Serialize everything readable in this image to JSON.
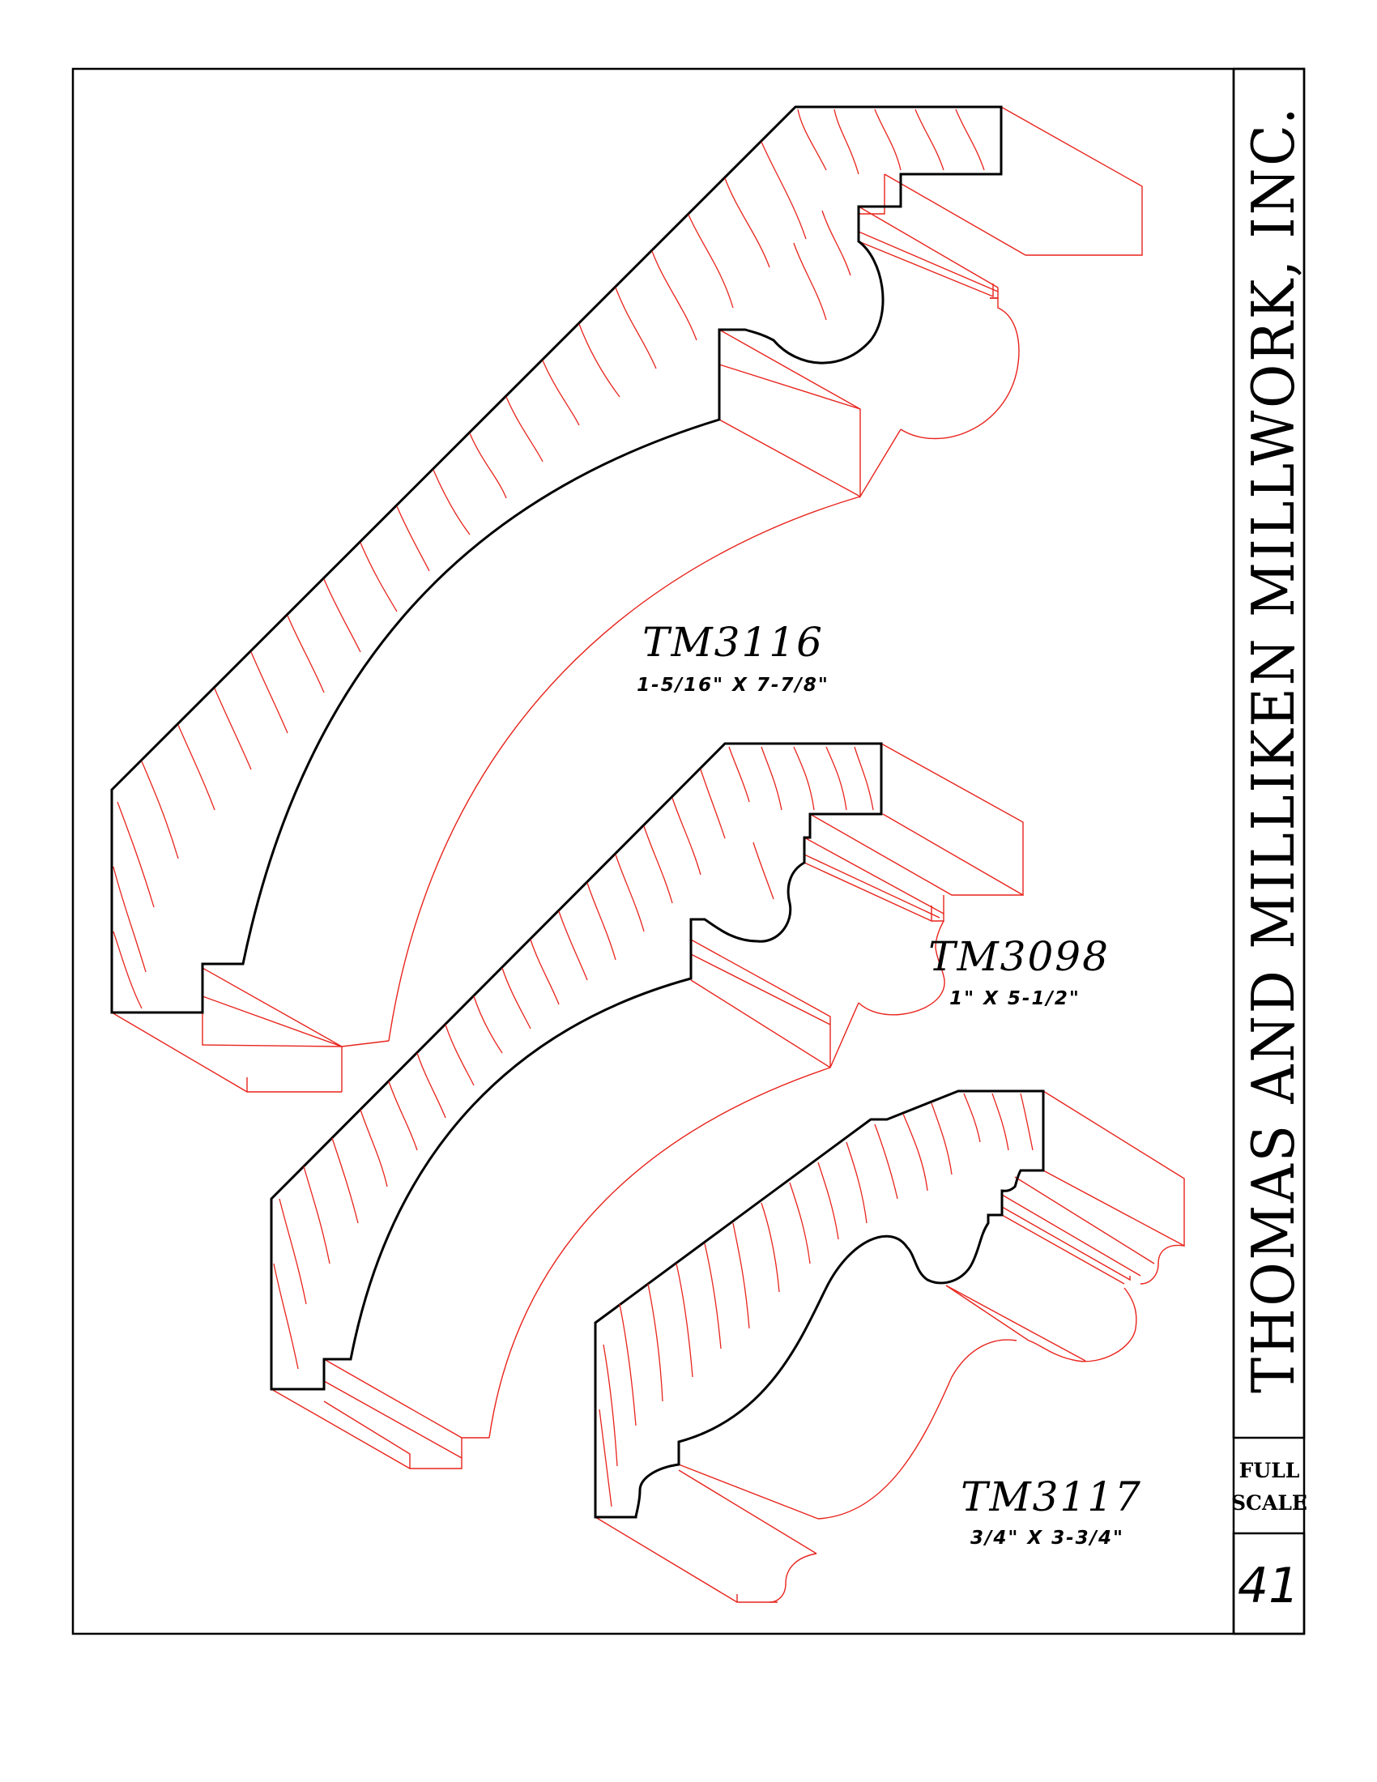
{
  "company": "THOMAS AND MILLIKEN MILLWORK, INC.",
  "scale_label_line1": "FULL",
  "scale_label_line2": "SCALE",
  "page_number": "41",
  "profiles": [
    {
      "model": "TM3116",
      "dimensions": "1-5/16\"  X  7-7/8\""
    },
    {
      "model": "TM3098",
      "dimensions": "1\"  X  5-1/2\""
    },
    {
      "model": "TM3117",
      "dimensions": "3/4\"  X  3-3/4\""
    }
  ],
  "colors": {
    "outline": "#000000",
    "linework": "#e8241c"
  }
}
